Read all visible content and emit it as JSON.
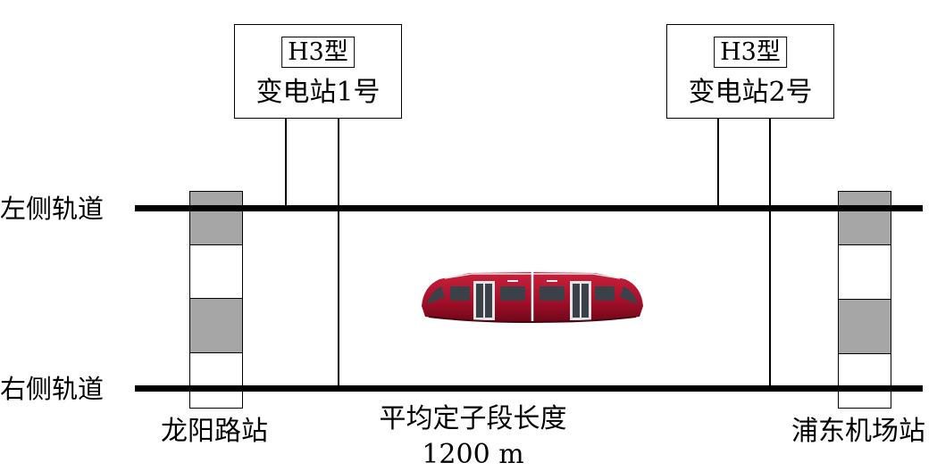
{
  "substations": [
    {
      "type": "H3型",
      "name": "变电站1号"
    },
    {
      "type": "H3型",
      "name": "变电站2号"
    }
  ],
  "tracks": {
    "left_label": "左侧轨道",
    "right_label": "右侧轨道"
  },
  "stations": {
    "left_name": "龙阳路站",
    "right_name": "浦东机场站"
  },
  "segment": {
    "title": "平均定子段长度",
    "length": "1200 m"
  },
  "colors": {
    "line": "#000000",
    "station_fill": "#a6a6a6",
    "train_body": "#a8102a",
    "train_window": "#3a4148"
  }
}
